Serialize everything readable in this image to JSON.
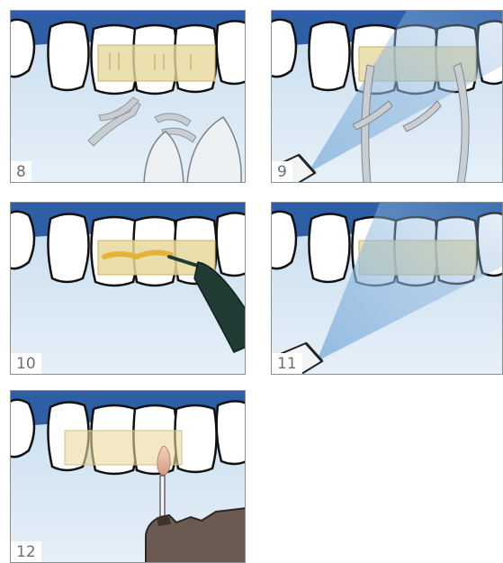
{
  "panels": [
    {
      "id": "step-8",
      "label": "8",
      "tool": "tweezers-placing-veneers"
    },
    {
      "id": "step-9",
      "label": "9",
      "tool": "curing-light-with-tweezers"
    },
    {
      "id": "step-10",
      "label": "10",
      "tool": "cement-applicator"
    },
    {
      "id": "step-11",
      "label": "11",
      "tool": "curing-light"
    },
    {
      "id": "step-12",
      "label": "12",
      "tool": "polishing-bur-handpiece"
    }
  ],
  "colors": {
    "gum": "#2d5ea6",
    "background": "#d7e8f4",
    "tooth": "#ffffff",
    "tooth_outline": "#111111",
    "veneer": "#e9d89c",
    "cement": "#e2b53a",
    "instrument": "#c9ced3",
    "light_beam": "#a9cbea",
    "applicator": "#1f3b34",
    "bur_tip": "#e7b49a",
    "handpiece": "#6a5a52"
  }
}
